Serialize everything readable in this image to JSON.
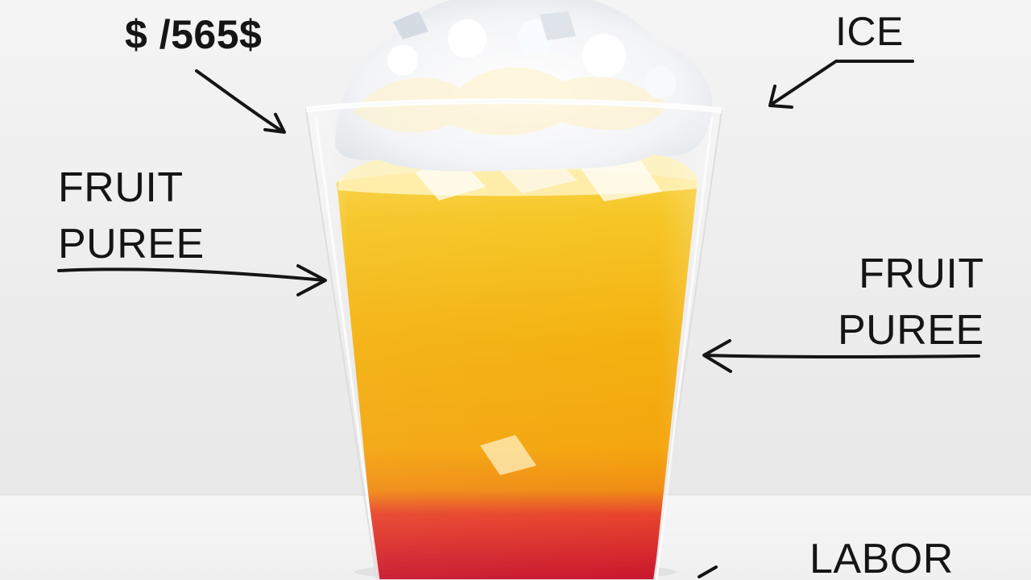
{
  "annotations": {
    "price": "$ /565$",
    "ice": "ICE",
    "fruit_puree_left": [
      "FRUIT",
      "PUREE"
    ],
    "fruit_puree_right": [
      "FRUIT",
      "PUREE"
    ],
    "labor": "LABOR"
  },
  "colors": {
    "ink": "#151515",
    "mango": "#f2b00d",
    "berry": "#d61f3a",
    "ice": "#ffffff",
    "background": "#efefef"
  }
}
